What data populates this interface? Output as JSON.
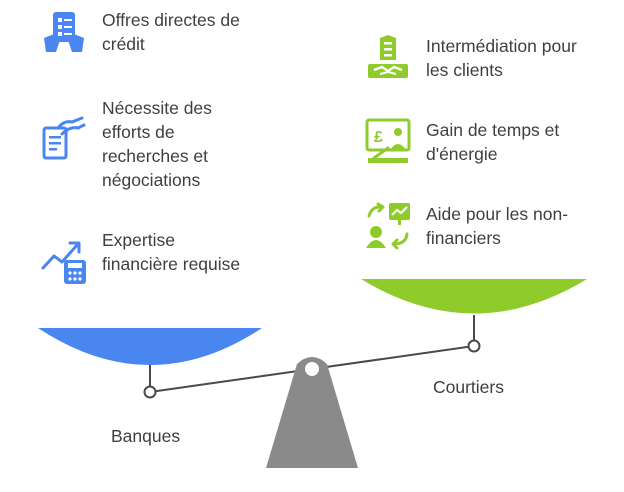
{
  "left": {
    "title": "Banques",
    "color": "#4a86f0",
    "items": [
      {
        "icon": "checklist-hand-icon",
        "text": "Offres directes de crédit"
      },
      {
        "icon": "document-search-icon",
        "text": "Nécessite des efforts de recherches et négociations"
      },
      {
        "icon": "calculator-growth-icon",
        "text": "Expertise financière requise"
      }
    ]
  },
  "right": {
    "title": "Courtiers",
    "color": "#8fcb2a",
    "items": [
      {
        "icon": "handshake-building-icon",
        "text": "Intermédiation pour les clients"
      },
      {
        "icon": "presentation-money-icon",
        "text": "Gain de temps et d'énergie"
      },
      {
        "icon": "advisor-chart-icon",
        "text": "Aide pour les non-financiers"
      }
    ]
  },
  "fulcrum_color": "#8a8a8a"
}
